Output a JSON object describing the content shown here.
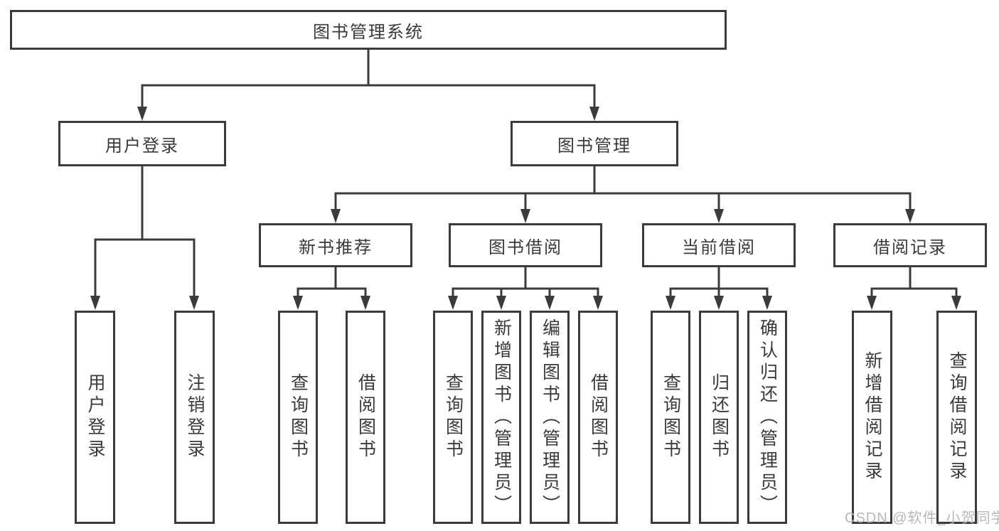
{
  "diagram": {
    "title_node": "图书管理系统",
    "level2": {
      "user_login": "用户登录",
      "book_management": "图书管理"
    },
    "level3": {
      "new_books": "新书推荐",
      "book_borrow": "图书借阅",
      "current_borrow": "当前借阅",
      "borrow_records": "借阅记录"
    },
    "leaves": {
      "user_login": [
        "用户登录",
        "注销登录"
      ],
      "new_books": [
        "查询图书",
        "借阅图书"
      ],
      "book_borrow": [
        "查询图书",
        "新增图书（管理员）",
        "编辑图书（管理员）",
        "借阅图书"
      ],
      "current_borrow": [
        "查询图书",
        "归还图书",
        "确认归还（管理员）"
      ],
      "borrow_records": [
        "新增借阅记录",
        "查询借阅记录"
      ]
    },
    "line_color": "#3b3b3b",
    "text_color": "#3a3a3a",
    "background_color": "#ffffff"
  },
  "watermark": {
    "text": "CSDN @软件_小贺同学",
    "color": "#b5b5b5"
  }
}
